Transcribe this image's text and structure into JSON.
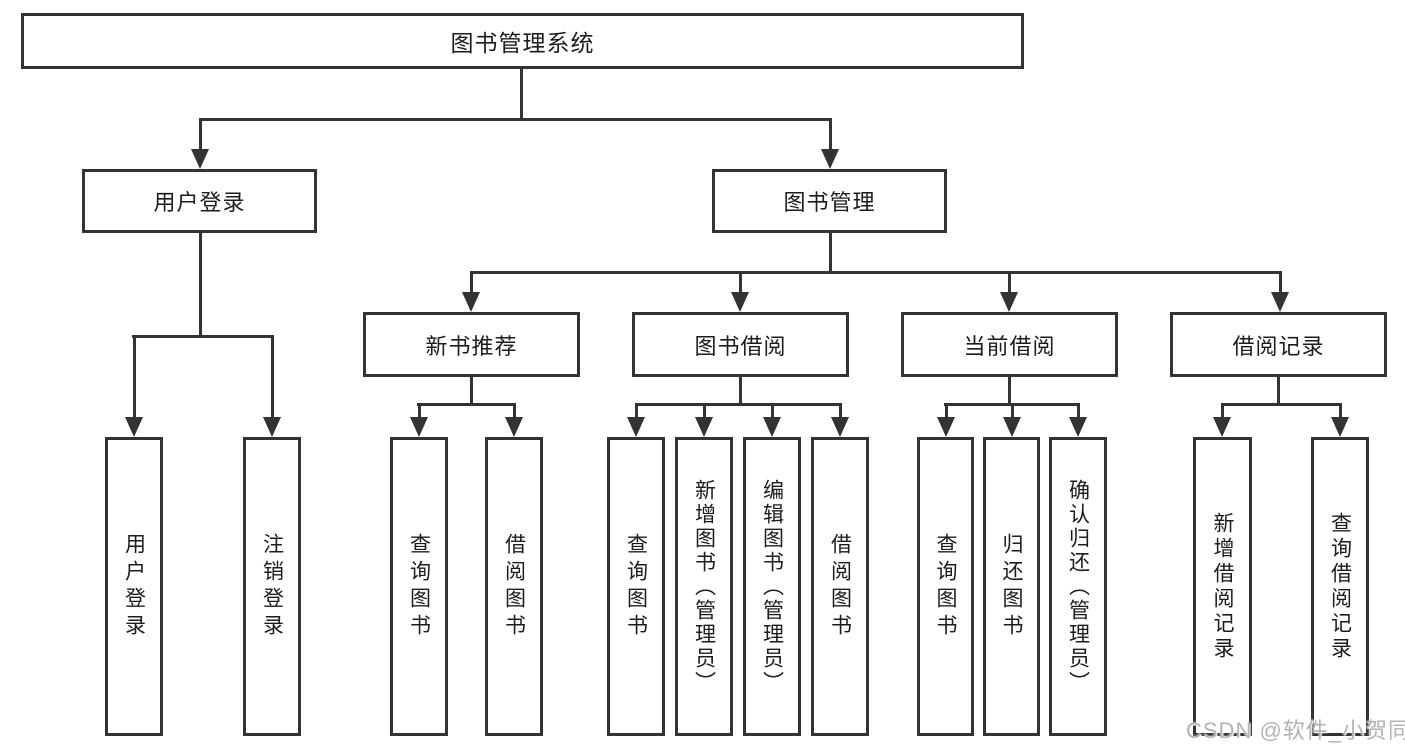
{
  "root": {
    "label": "图书管理系统"
  },
  "level2": {
    "user": {
      "label": "用户登录",
      "children": [
        {
          "label": "用户登录"
        },
        {
          "label": "注销登录"
        }
      ]
    },
    "book": {
      "label": "图书管理",
      "groups": [
        {
          "label": "新书推荐",
          "children": [
            {
              "label": "查询图书"
            },
            {
              "label": "借阅图书"
            }
          ]
        },
        {
          "label": "图书借阅",
          "children": [
            {
              "label": "查询图书"
            },
            {
              "label": "新增图书（管理员）"
            },
            {
              "label": "编辑图书（管理员）"
            },
            {
              "label": "借阅图书"
            }
          ]
        },
        {
          "label": "当前借阅",
          "children": [
            {
              "label": "查询图书"
            },
            {
              "label": "归还图书"
            },
            {
              "label": "确认归还（管理员）"
            }
          ]
        },
        {
          "label": "借阅记录",
          "children": [
            {
              "label": "新增借阅记录"
            },
            {
              "label": "查询借阅记录"
            }
          ]
        }
      ]
    }
  },
  "watermark": {
    "text": "CSDN @软件_小贺同学"
  },
  "colors": {
    "line": "#333333",
    "text": "#1c1c1c",
    "watermark": "#b3b3b3",
    "background": "#ffffff"
  }
}
